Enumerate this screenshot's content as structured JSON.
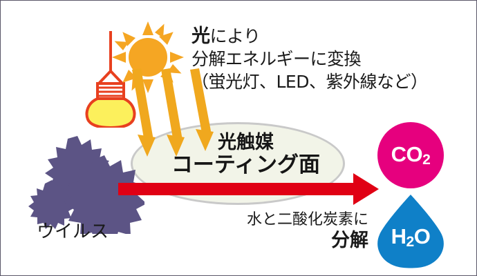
{
  "diagram": {
    "title_block": {
      "line1_strong": "光",
      "line1_rest": "により",
      "line2": "分解エネルギーに変換",
      "line3": "（蛍光灯、LED、紫外線など）"
    },
    "coating_label": {
      "line1": "光触媒",
      "line2": "コーティング面"
    },
    "virus_label": "ウイルス",
    "decompose_label": {
      "line1": "水と二酸化炭素に",
      "line2": "分解"
    },
    "products": {
      "co2": {
        "formula": "CO",
        "subscript": "2",
        "color": "#e6007e"
      },
      "h2o": {
        "prefix": "H",
        "subscript": "2",
        "suffix": "O",
        "color": "#0f80c8"
      }
    },
    "icons": {
      "sun": "sun-icon",
      "bulb": "light-bulb-icon",
      "rays": "light-rays-arrows-icon",
      "virus": "virus-icon",
      "red_arrow": "process-arrow-icon"
    },
    "colors": {
      "sun": "#F5A623",
      "ray": "#F0A81E",
      "bulb_fill": "#FCF05C",
      "bulb_stroke": "#E8401F",
      "virus": "#5C5485",
      "ellipse_fill": "#F2F4E8",
      "ellipse_border": "#C9C9C9",
      "red_arrow": "#E00014",
      "frame": "#5A5668"
    }
  }
}
